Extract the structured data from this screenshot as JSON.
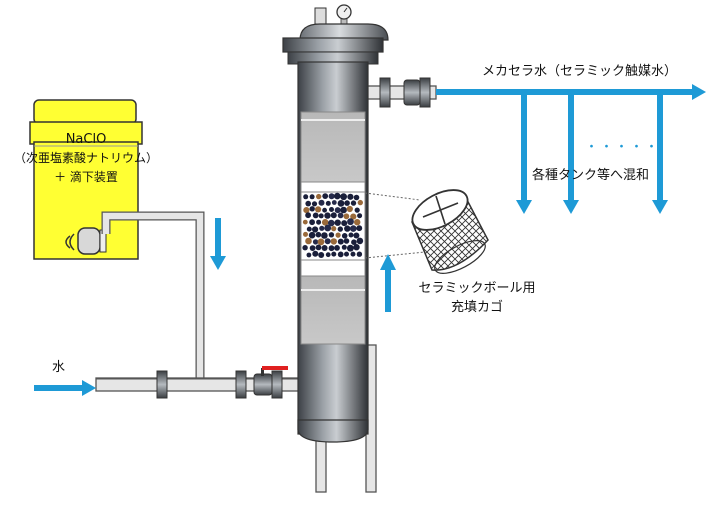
{
  "labels": {
    "naclo": "NaClO",
    "naclo_name": "（次亜塩素酸ナトリウム）",
    "drip_device": "＋ 滴下装置",
    "water_in": "水",
    "output": "メカセラ水（セラミック触媒水）",
    "mixing": "各種タンク等へ混和",
    "basket_line1": "セラミックボール用",
    "basket_line2": "充填カゴ",
    "dots": "・・・・・"
  },
  "colors": {
    "flow_arrow": "#1e9ad6",
    "tank_yellow": "#ffff33",
    "pipe_fill": "#e6e6e6",
    "valve_handle": "#e02020",
    "steel_dark": "#555a60"
  },
  "icons": {
    "gauge": "pressure-gauge-icon",
    "valve": "valve-handle-icon",
    "basket": "mesh-basket-icon"
  }
}
